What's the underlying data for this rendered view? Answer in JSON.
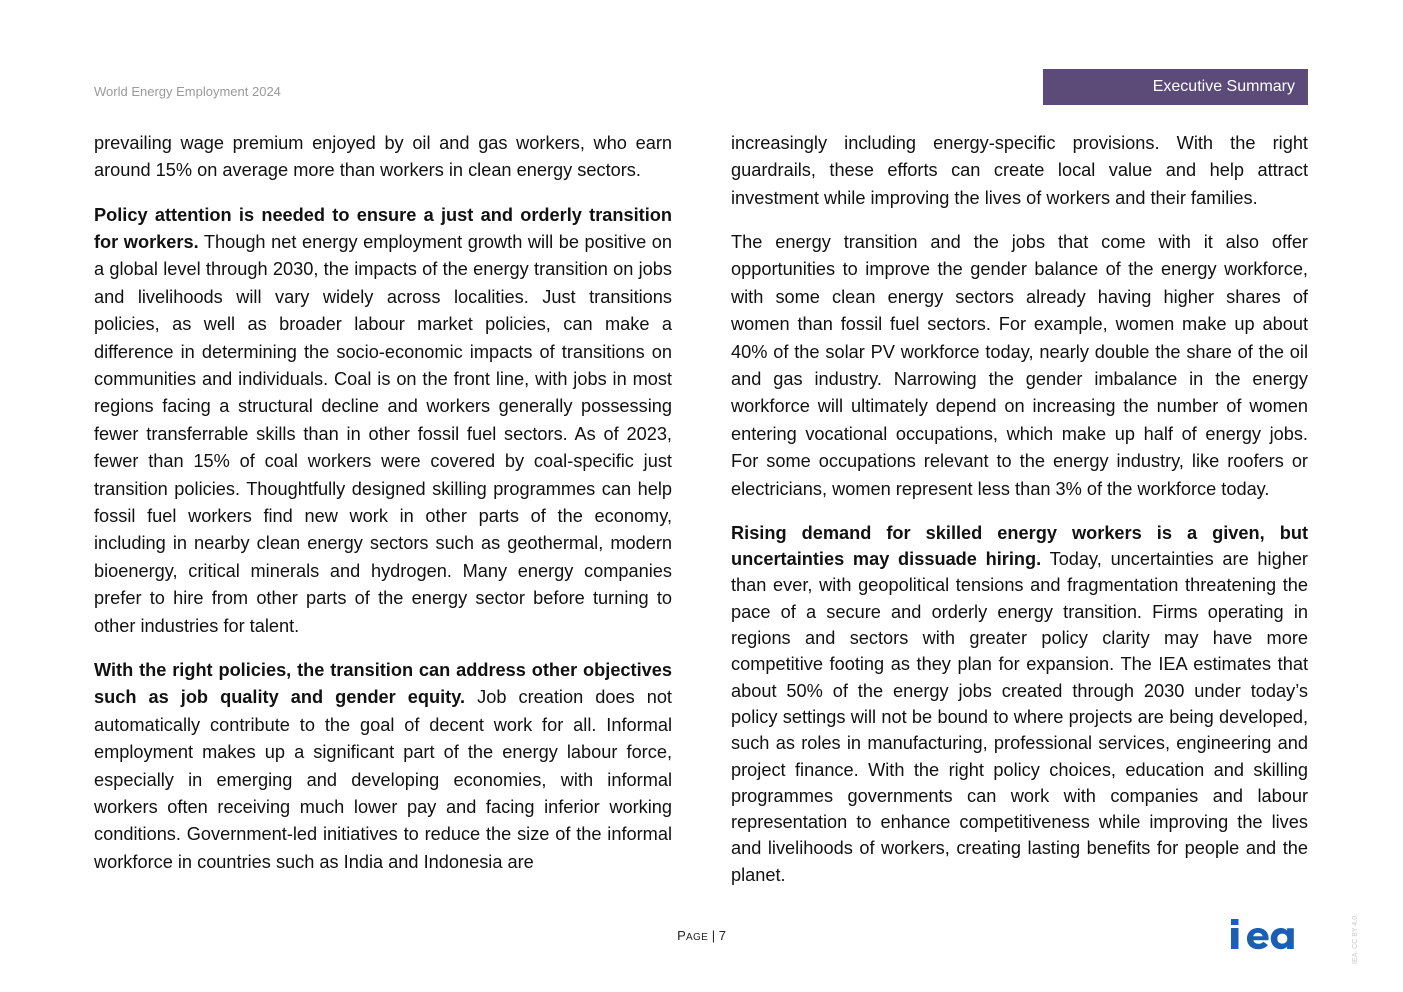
{
  "header": {
    "report_title": "World Energy Employment 2024",
    "section_tab": "Executive Summary"
  },
  "left_column": {
    "p1_text": "prevailing wage premium enjoyed by oil and gas workers, who earn around 15% on average more than workers in clean energy sectors.",
    "p2_lead": "Policy attention is needed to ensure a just and orderly transition for workers.",
    "p2_text": " Though net energy employment growth will be positive on a global level through 2030, the impacts of the energy transition on jobs and livelihoods will vary widely across localities. Just transitions policies, as well as broader labour market policies, can make a difference in determining the socio-economic impacts of transitions on communities and individuals. Coal is on the front line, with jobs in most regions facing a structural decline and workers generally possessing fewer transferrable skills than in other fossil fuel sectors. As of 2023, fewer than 15% of coal workers were covered by coal-specific just transition policies. Thoughtfully designed skilling programmes can help fossil fuel workers find new work in other parts of the economy, including in nearby clean energy sectors such as geothermal, modern bioenergy, critical minerals and hydrogen. Many energy companies prefer to hire from other parts of the energy sector before turning to other industries for talent.",
    "p3_lead": "With the right policies, the transition can address other objectives such as job quality and gender equity.",
    "p3_text": " Job creation does not automatically contribute to the goal of decent work for all. Informal employment makes up a significant part of the energy labour force, especially in emerging and developing economies, with informal workers often receiving much lower pay and facing inferior working conditions. Government-led initiatives to reduce the size of the informal workforce in countries such as India and Indonesia are"
  },
  "right_column": {
    "p1_text": "increasingly including energy-specific provisions. With the right guardrails, these efforts can create local value and help attract investment while improving the lives of workers and their families.",
    "p2_text": "The energy transition and the jobs that come with it also offer opportunities to improve the gender balance of the energy workforce, with some clean energy sectors already having higher shares of women than fossil fuel sectors. For example, women make up about 40% of the solar PV workforce today, nearly double the share of the oil and gas industry. Narrowing the gender imbalance in the energy workforce will ultimately depend on increasing the number of women entering vocational occupations, which make up half of energy jobs. For some occupations relevant to the energy industry, like roofers or electricians, women represent less than 3% of the workforce today.",
    "p3_lead": "Rising demand for skilled energy workers is a given, but uncertainties may dissuade hiring.",
    "p3_text": " Today, uncertainties are higher than ever, with geopolitical tensions and fragmentation threatening the pace of a secure and orderly energy transition. Firms operating in regions and sectors with greater policy clarity may have more competitive footing as they plan for expansion. The IEA estimates that about 50% of the energy jobs created through 2030 under today’s policy settings will not be bound to where projects are being developed, such as roles in manufacturing, professional services, engineering and project finance. With the right policy choices, education and skilling programmes governments can work with companies and labour representation to enhance competitiveness while improving the lives and livelihoods of workers, creating lasting benefits for people and the planet."
  },
  "footer": {
    "page_label_first": "P",
    "page_label_rest": "AGE",
    "page_separator": " | ",
    "page_number": "7",
    "logo_text": "iea",
    "logo_icon": "iea-logo",
    "license": "IEA. CC BY 4.0."
  },
  "colors": {
    "tab_background": "#5c4a78",
    "logo_blue": "#1a5fb4",
    "header_gray": "#9a9a9a"
  }
}
